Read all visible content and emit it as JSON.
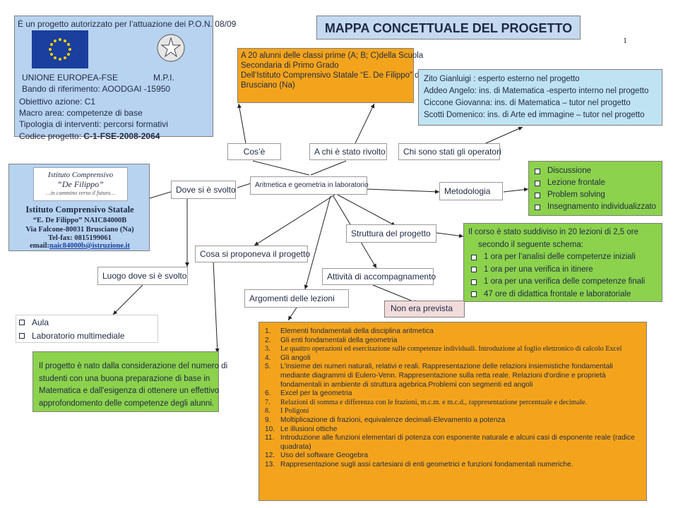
{
  "header": {
    "top_line": "È un progetto autorizzato per l’attuazione dei P.O.N. 08/09",
    "eu_label": "UNIONE EUROPEA-FSE",
    "mpi_label": "M.P.I.",
    "bando": "Bando di riferimento: AOODGAI -15950",
    "obiettivo": "Obiettivo azione: C1",
    "macro_area": "Macro area: competenze di base",
    "tipologia": "Tipologia di interventi: percorsi formativi",
    "codice_label": "Codice progetto: ",
    "codice_value": "C-1-FSE-2008-2064"
  },
  "title": "MAPPA CONCETTUALE DEL PROGETTO",
  "page_number": "1",
  "students": {
    "lines": [
      "A 20 alunni delle classi prime (A; B; C)della Scuola",
      "Secondaria di Primo Grado",
      "Dell’Istituto Comprensivo Statale “E. De Filippo” di",
      "Brusciano (Na)"
    ]
  },
  "staff": {
    "lines": [
      "Zito Gianluigi : esperto esterno nel progetto",
      "Addeo Angelo: ins.  di Matematica -esperto interno nel progetto",
      "Ciccone Giovanna: ins. di Matematica – tutor nel progetto",
      "Scotti Domenico: ins.  di Arte ed immagine – tutor nel progetto"
    ]
  },
  "questions": {
    "what": "Cos’è",
    "who": "A chi è stato rivolto",
    "operators": "Chi sono stati gli operatori"
  },
  "school": {
    "logo_line1": "Istituto Comprensivo",
    "logo_line2": "“De Filippo”",
    "logo_tag": "…in cammino verso il futuro…",
    "name": "Istituto Comprensivo Statale",
    "line2": "“E. De Filippo”    NAIC84000B",
    "line3": "Via  Falcone-80031 Brusciano (Na)",
    "line4": "Tel-fax: 0815199061",
    "email_label": "email:",
    "email": "naic84000b@istruzione.it"
  },
  "nodes": {
    "where_done": "Dove si è svolto",
    "topic": "Aritmetica e geometria in laboratorio",
    "method": "Metodologia",
    "structure": "Struttura del progetto",
    "proposed": "Cosa si proponeva il progetto",
    "place": "Luogo dove si è svolto",
    "support": "Attività di accompagnamento",
    "lessons": "Argomenti delle lezioni",
    "not_planned": "Non era prevista"
  },
  "methods": [
    "Discussione",
    "Lezione frontale",
    "Problem solving",
    "Insegnamento individualizzato"
  ],
  "structure_detail": {
    "intro1": "Il corso è stato suddiviso in 20 lezioni di 2,5 ore",
    "intro2": "secondo il seguente schema:",
    "items": [
      "1 ora per l’analisi delle competenze iniziali",
      "1 ora per una verifica in itinere",
      "1 ora per una verifica delle competenze finali",
      "47 ore di didattica frontale e laboratoriale"
    ]
  },
  "places": [
    "Aula",
    "Laboratorio multimediale"
  ],
  "purpose": [
    "Il progetto è nato dalla considerazione del numero di",
    "studenti con una buona preparazione di base in",
    "Matematica e dall'esigenza di ottenere un effettivo",
    "approfondomento delle competenze degli alunni."
  ],
  "lessons": [
    {
      "n": "1.",
      "text": "Elementi fondamentali della disciplina aritmetica"
    },
    {
      "n": "2.",
      "text": "Gli enti fondamentali della geometria"
    },
    {
      "n": "3.",
      "text": "Le quattro operazioni ed esercitazione sulle competenze individuali. Introduzione al foglio elettronico di calcolo Excel"
    },
    {
      "n": "4.",
      "text": "Gli angoli"
    },
    {
      "n": "5.",
      "text": "L'insieme dei numeri naturali, relativi e reali. Rappresentazione delle relazioni insiemistiche fondamentali mediante diagrammi di Eulero-Venn. Rappresentazione sulla retta reale. Relazioni d'ordine e proprietà fondamentali in ambiente di struttura agebrica.Problemi con segmenti ed angoli"
    },
    {
      "n": "6.",
      "text": "Excel per la geometria"
    },
    {
      "n": "7.",
      "text": "Relazioni di somma e differenza con le frazioni, m.c.m. e m.c.d., rappresentazione percentuale e decimale."
    },
    {
      "n": "8.",
      "text": "I Poligoni"
    },
    {
      "n": "9.",
      "text": "Moltiplicazione di frazioni, equivalenze decimali-Elevamento a potenza"
    },
    {
      "n": "10.",
      "text": "Le illusioni ottiche"
    },
    {
      "n": "11.",
      "text": "Introduzione alle funzioni elementari di potenza con esponente naturale e alcuni casi di esponente reale (radice quadrata)"
    },
    {
      "n": "12.",
      "text": "Uso del software Geogebra"
    },
    {
      "n": "13.",
      "text": "Rappresentazione sugli assi cartesiani di enti geometrici e funzioni fondamentali numeriche."
    }
  ],
  "colors": {
    "header_blue": "#b7d3f0",
    "title_blue": "#c5d9f1",
    "staff_blue": "#bfe3f2",
    "green": "#8cd24c",
    "orange": "#f4a41c",
    "pink": "#f2dcdb"
  }
}
